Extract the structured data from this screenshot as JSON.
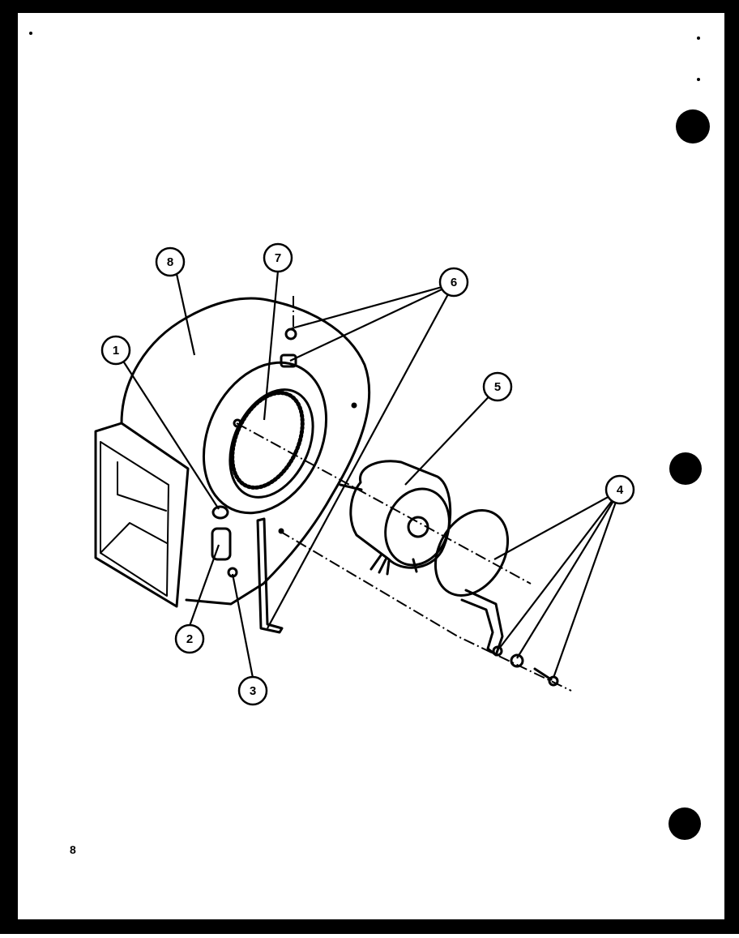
{
  "page": {
    "number": "8"
  },
  "colors": {
    "ink": "#000000",
    "paper": "#ffffff",
    "scan_border": "#000000"
  },
  "callouts": [
    {
      "id": "callout-1",
      "label": "1"
    },
    {
      "id": "callout-2",
      "label": "2"
    },
    {
      "id": "callout-3",
      "label": "3"
    },
    {
      "id": "callout-4",
      "label": "4"
    },
    {
      "id": "callout-5",
      "label": "5"
    },
    {
      "id": "callout-6",
      "label": "6"
    },
    {
      "id": "callout-7",
      "label": "7"
    },
    {
      "id": "callout-8",
      "label": "8"
    }
  ]
}
